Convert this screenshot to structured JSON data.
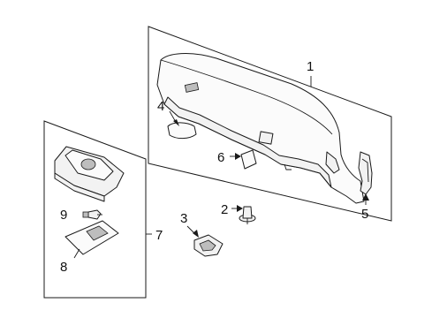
{
  "callouts": {
    "c1": "1",
    "c2": "2",
    "c3": "3",
    "c4": "4",
    "c5": "5",
    "c6": "6",
    "c7": "7",
    "c8": "8",
    "c9": "9"
  },
  "colors": {
    "line": "#1a1a1a",
    "part_fill": "#f2f2f2",
    "shade": "#bdbdbd"
  }
}
